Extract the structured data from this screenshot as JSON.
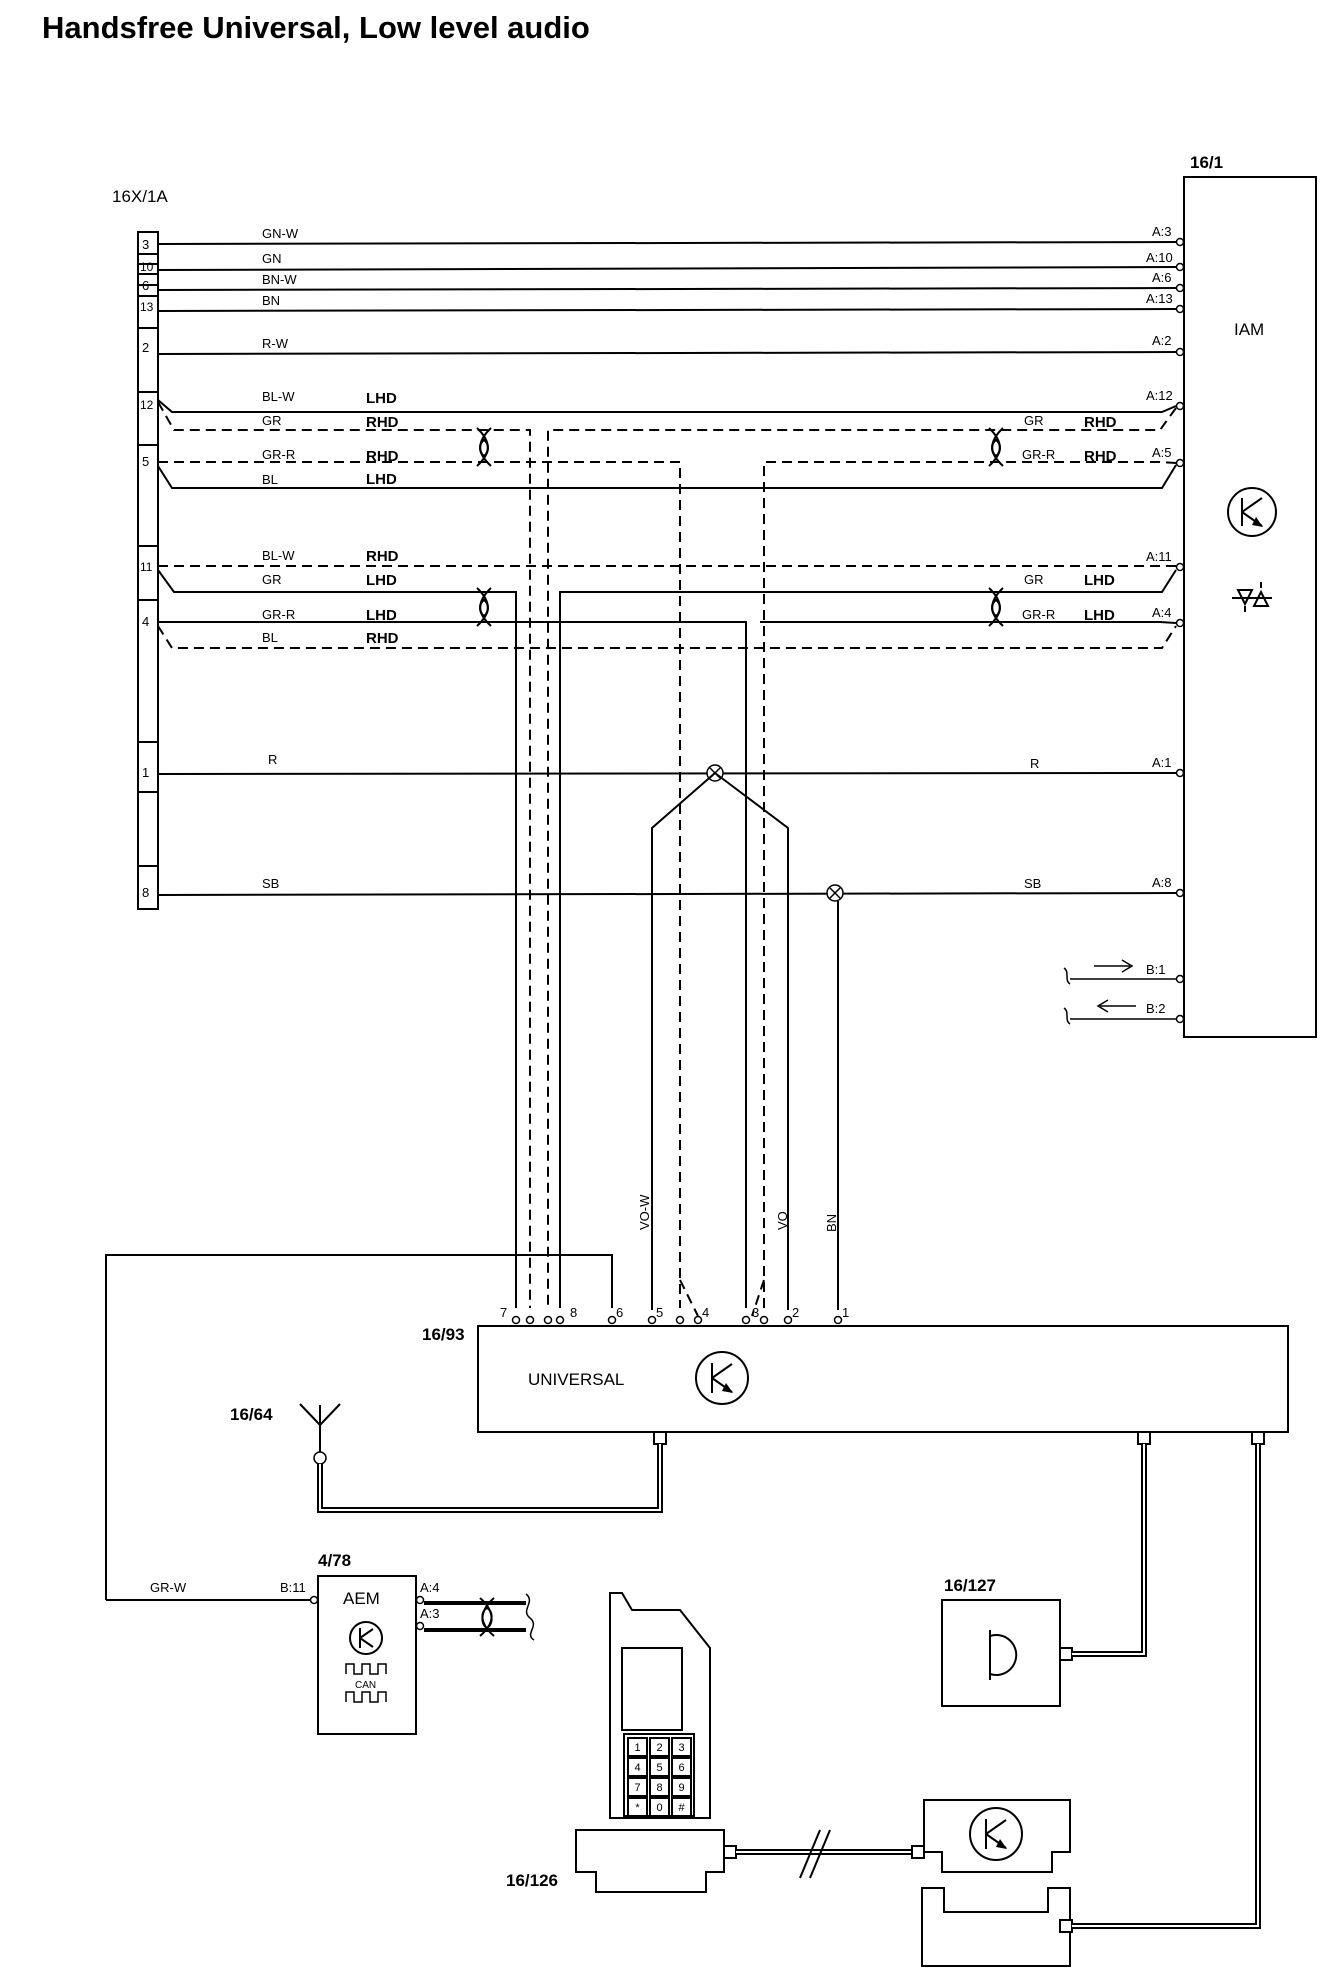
{
  "title": "Handsfree Universal, Low level audio",
  "components": {
    "connector_16x1a": {
      "id": "16X/1A",
      "pins": [
        "3",
        "10",
        "6",
        "13",
        "2",
        "12",
        "5",
        "11",
        "4",
        "1",
        "8"
      ]
    },
    "iam": {
      "id": "16/1",
      "name": "IAM",
      "pins": [
        "A:3",
        "A:10",
        "A:6",
        "A:13",
        "A:2",
        "A:12",
        "A:5",
        "A:11",
        "A:4",
        "A:1",
        "A:8",
        "B:1",
        "B:2"
      ]
    },
    "universal": {
      "id": "16/93",
      "name": "UNIVERSAL",
      "pins": [
        "7",
        "8",
        "6",
        "5",
        "4",
        "3",
        "2",
        "1"
      ]
    },
    "antenna": {
      "id": "16/64"
    },
    "aem": {
      "id": "4/78",
      "name": "AEM",
      "pins": [
        "B:11",
        "A:4",
        "A:3"
      ],
      "bus": "CAN"
    },
    "microphone": {
      "id": "16/127"
    },
    "phone_holder": {
      "id": "16/126"
    }
  },
  "wires": {
    "gn_w": "GN-W",
    "gn": "GN",
    "bn_w": "BN-W",
    "bn": "BN",
    "r_w": "R-W",
    "bl_w": "BL-W",
    "gr": "GR",
    "gr_r": "GR-R",
    "bl": "BL",
    "r": "R",
    "sb": "SB",
    "vo_w": "VO-W",
    "vo": "VO",
    "gr_w": "GR-W"
  },
  "variants": {
    "lhd": "LHD",
    "rhd": "RHD"
  },
  "keypad": [
    "1",
    "2",
    "3",
    "4",
    "5",
    "6",
    "7",
    "8",
    "9",
    "*",
    "0",
    "#"
  ]
}
